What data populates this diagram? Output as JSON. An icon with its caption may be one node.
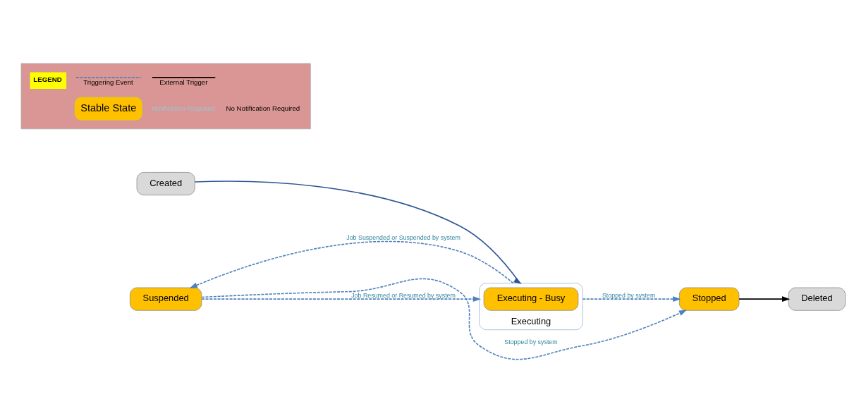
{
  "diagram": {
    "nodes": [
      {
        "text": [
          "Created"
        ]
      },
      {
        "text": [
          "Stopped"
        ]
      },
      {
        "text": [
          "Deleted"
        ]
      },
      {
        "text": [
          "Executing"
        ]
      },
      {
        "text": [
          "Executing - Busy"
        ],
        "in": 3
      },
      {
        "text": [
          "Suspended"
        ]
      }
    ],
    "edges": [
      {
        "from": 0,
        "to": 3,
        "arrow": "to",
        "color": "#2e5596"
      },
      {
        "from": 1,
        "to": 2,
        "arrow": "to",
        "color": "#000000"
      },
      {
        "from": 5,
        "to": 1,
        "arrow": "to",
        "style": "dashed",
        "label": "Stopped by system"
      },
      {
        "from": 3,
        "to": 1,
        "arrow": "to",
        "style": "dashed",
        "label": "Stopped by system"
      },
      {
        "from": 3,
        "to": 5,
        "arrow": "to",
        "style": "dashed",
        "label": "Job Suspended or Suspended by system"
      },
      {
        "from": 5,
        "to": 3,
        "arrow": "to",
        "style": "dashed",
        "label": "Job Resumed or Resumed by system"
      }
    ],
    "labels": [
      "LEGEND"
    ],
    "legend": [
      {
        "text": "Triggering Event"
      },
      {
        "text": "External Trigger"
      },
      {
        "text": "Stable State",
        "color": "#ffc000"
      },
      {
        "text": "Notification Required",
        "color": "#9dc3d8"
      },
      {
        "text": "No Notification Required"
      }
    ]
  }
}
